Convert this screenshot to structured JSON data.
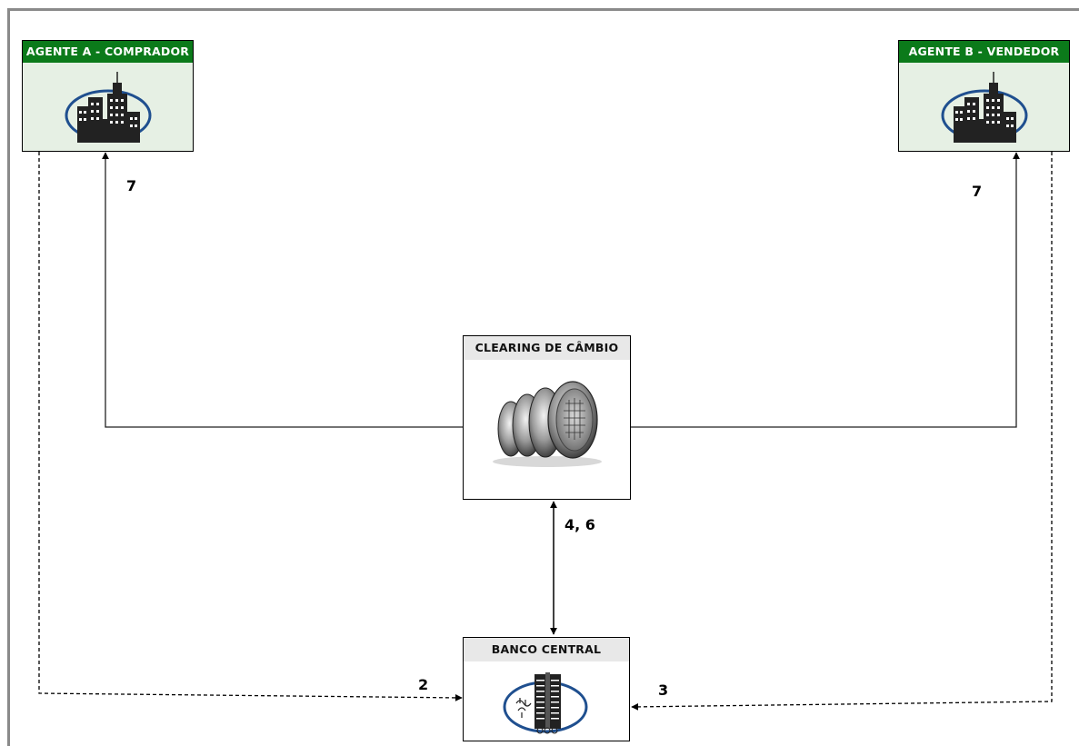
{
  "nodes": {
    "agent_a": {
      "title": "AGENTE A - COMPRADOR",
      "icon": "city-buildings-icon"
    },
    "agent_b": {
      "title": "AGENTE B - VENDEDOR",
      "icon": "city-buildings-icon"
    },
    "clearing": {
      "title": "CLEARING DE CÂMBIO",
      "icon": "coins-icon"
    },
    "central_bank": {
      "title": "BANCO CENTRAL",
      "icon": "central-bank-building-icon"
    }
  },
  "edges": [
    {
      "from": "clearing",
      "to": "agent_a",
      "label": "7",
      "style": "solid"
    },
    {
      "from": "clearing",
      "to": "agent_b",
      "label": "7",
      "style": "solid"
    },
    {
      "from": "clearing",
      "to": "central_bank",
      "label": "4, 6",
      "style": "solid",
      "bidirectional": true
    },
    {
      "from": "agent_a",
      "to": "central_bank",
      "label": "2",
      "style": "dashed"
    },
    {
      "from": "agent_b",
      "to": "central_bank",
      "label": "3",
      "style": "dashed"
    }
  ],
  "colors": {
    "agent_header": "#0b7a1a",
    "agent_body": "#e6f0e4",
    "neutral_header": "#e8e8e8",
    "frame": "#8a8a8a",
    "emblem_outline": "#1f4f8f"
  }
}
